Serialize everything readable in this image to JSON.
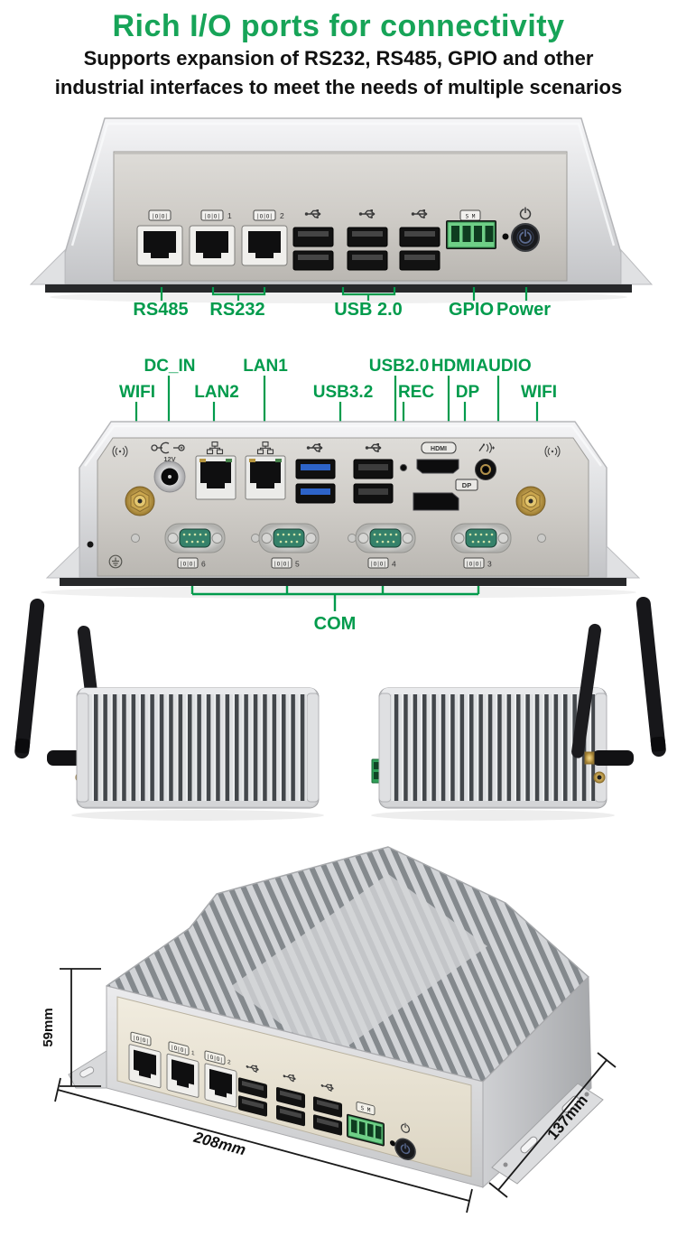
{
  "header": {
    "title": "Rich I/O ports for connectivity",
    "subtitle_line1": "Supports expansion of RS232, RS485, GPIO and other",
    "subtitle_line2": "industrial interfaces to meet the needs of multiple scenarios"
  },
  "colors": {
    "title_green": "#17A458",
    "callout_green": "#009B4C"
  },
  "front_view": {
    "callout_labels": [
      "RS485",
      "RS232",
      "USB 2.0",
      "GPIO",
      "Power"
    ],
    "badges": {
      "rs485": "|O|O|",
      "rs232_1": "|O|O|",
      "rs232_1_num": "1",
      "rs232_2": "|O|O|",
      "rs232_2_num": "2",
      "gpio": "S M"
    },
    "ports": {
      "rj45_count": 3,
      "usb2_count": 6,
      "gpio_pins": 4,
      "power_button": 1
    }
  },
  "rear_view": {
    "labels_row1": [
      "DC_IN",
      "LAN1",
      "USB2.0",
      "HDMI",
      "AUDIO"
    ],
    "labels_row2": [
      "WIFI",
      "LAN2",
      "USB3.2",
      "REC",
      "DP",
      "WIFI"
    ],
    "dc_voltage": "12V",
    "hdmi_badge": "HDMI",
    "dp_badge": "DP",
    "com_label": "COM",
    "com_ports": [
      {
        "badge": "|O|O|",
        "num": "6"
      },
      {
        "badge": "|O|O|",
        "num": "5"
      },
      {
        "badge": "|O|O|",
        "num": "4"
      },
      {
        "badge": "|O|O|",
        "num": "3"
      }
    ]
  },
  "dimensions": {
    "height_label": "59mm",
    "length_label": "208mm",
    "depth_label": "137mm"
  },
  "icons": {
    "power": "power-symbol",
    "usb": "usb-trident",
    "lan": "network-nodes",
    "wifi": "antenna-waves",
    "audio": "headset-plug",
    "dc": "barrel-polarity",
    "ground": "earth-ground",
    "serial": "serial-pins"
  }
}
